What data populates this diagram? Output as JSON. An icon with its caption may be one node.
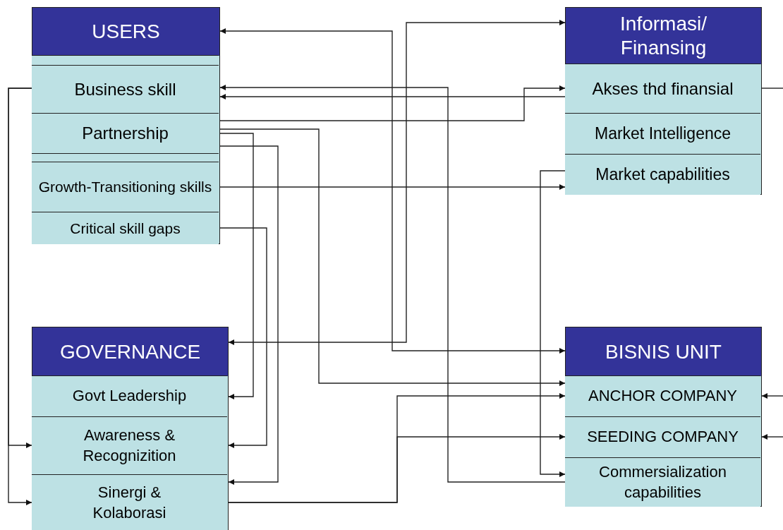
{
  "diagram": {
    "nodes": [
      {
        "text": [
          "USERS"
        ]
      },
      {
        "text": [],
        "shape": "box",
        "in": 0
      },
      {
        "text": [
          "Business skill"
        ],
        "in": 0
      },
      {
        "text": [
          "Partnership"
        ],
        "in": 0
      },
      {
        "text": [],
        "shape": "box",
        "in": 0
      },
      {
        "text": [
          "Growth-Transitioning skills"
        ],
        "in": 0
      },
      {
        "text": [
          "Critical skill gaps"
        ],
        "in": 0
      },
      {
        "text": [
          "Informasi/ Finansing"
        ]
      },
      {
        "text": [
          "Akses thd finansial"
        ],
        "in": 7
      },
      {
        "text": [
          "Market Intelligence"
        ],
        "in": 7
      },
      {
        "text": [
          "Market capabilities"
        ],
        "in": 7
      },
      {
        "text": [
          "GOVERNANCE"
        ]
      },
      {
        "text": [
          "Govt Leadership"
        ],
        "in": 11
      },
      {
        "text": [
          "Awareness & Recognizition"
        ],
        "in": 11
      },
      {
        "text": [
          "Sinergi & Kolaborasi"
        ],
        "in": 11
      },
      {
        "text": [
          "BISNIS UNIT"
        ]
      },
      {
        "text": [
          "ANCHOR COMPANY"
        ],
        "in": 15
      },
      {
        "text": [
          "SEEDING COMPANY"
        ],
        "in": 15
      },
      {
        "text": [
          "Commersialization capabilities"
        ],
        "in": 15
      }
    ],
    "edges": [
      {
        "from": 0,
        "to": 15,
        "arrow": "both"
      },
      {
        "from": 11,
        "to": 7,
        "arrow": "both"
      },
      {
        "from": 18,
        "to": 2,
        "arrow": "to"
      },
      {
        "from": 8,
        "to": 2,
        "arrow": "to"
      },
      {
        "from": 3,
        "to": 8,
        "arrow": "to"
      },
      {
        "from": 3,
        "to": 16,
        "arrow": "to"
      },
      {
        "from": 3,
        "to": 12,
        "arrow": "to"
      },
      {
        "from": 3,
        "to": 14,
        "arrow": "to"
      },
      {
        "from": 5,
        "to": 10,
        "arrow": "to"
      },
      {
        "from": 6,
        "to": 13,
        "arrow": "to"
      },
      {
        "from": 10,
        "to": 18,
        "arrow": "to"
      },
      {
        "from": 14,
        "to": 16,
        "arrow": "to"
      },
      {
        "from": 14,
        "to": 17,
        "arrow": "to"
      },
      {
        "from": 2,
        "to": 13,
        "arrow": "to"
      },
      {
        "from": 2,
        "to": 14,
        "arrow": "to"
      },
      {
        "from": 8,
        "to": null,
        "arrow": "none"
      },
      {
        "from": null,
        "to": 16,
        "arrow": "to"
      },
      {
        "from": null,
        "to": 17,
        "arrow": "to"
      }
    ]
  }
}
